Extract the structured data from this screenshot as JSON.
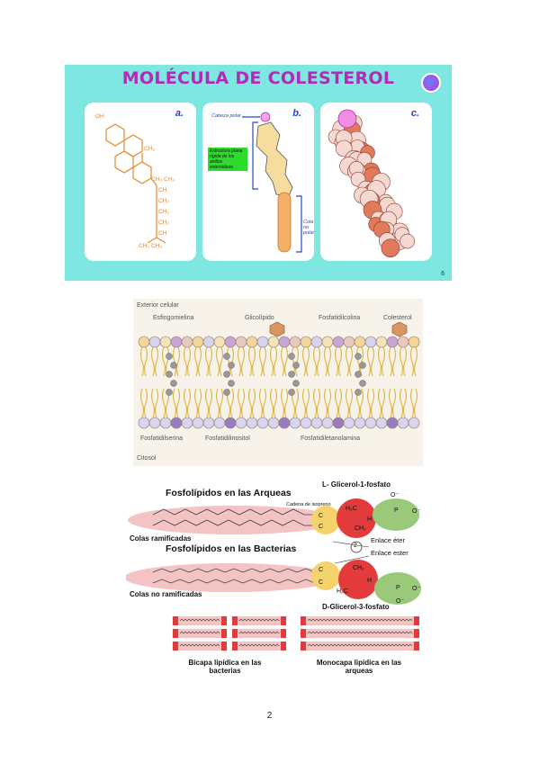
{
  "cholesterol": {
    "title": "MOLÉCULA DE COLESTEROL",
    "panel_a": "a.",
    "panel_b": "b.",
    "panel_c": "c.",
    "oh": "OH",
    "chain": [
      "CH₃",
      "CH₃ CH₃",
      "CH",
      "CH₂",
      "CH₂",
      "CH₂",
      "CH",
      "CH₃ CH₃"
    ],
    "polar_head": "Cabeza polar",
    "rigid_structure": "Estructura plana rígida de los anillos esteroideos",
    "nonpolar_tail": "Cola no polar",
    "page_mark": "6"
  },
  "membrane": {
    "exterior": "Exterior celular",
    "esfingomielina": "Esfingomielina",
    "glicolipido": "Glicolípido",
    "fosfatidilcolina": "Fosfatidilcolina",
    "colesterol": "Colesterol",
    "fosfatidilserina": "Fosfatidilserina",
    "fosfatidilinositol": "Fosfatidilinositol",
    "fosfatidiletanolamina": "Fosfatidiletanolamina",
    "citosol": "Citosol"
  },
  "phospholipids": {
    "archaea_title": "Fosfolípidos en las Arqueas",
    "l_glycerol": "L- Glicerol-1-fosfato",
    "isoprene_chain": "Cadena de isopreno",
    "branched": "Colas ramificadas",
    "ether_bond": "Enlace éter",
    "ester_bond": "Enlace ester",
    "bacteria_title": "Fosfolípidos en las Bacterias",
    "unbranched": "Colas no ramificadas",
    "d_glycerol": "D-Glicerol-3-fosfato",
    "circle_num": "2",
    "bilayer": "Bicapa lipídica en las bacterias",
    "monolayer": "Monocapa lipídica en las arqueas",
    "atoms": {
      "o_minus": "O⁻",
      "p": "P",
      "o": "O",
      "c": "C",
      "h": "H",
      "h2c": "H₂C",
      "ch2": "CH₂"
    }
  },
  "page_number": "2"
}
